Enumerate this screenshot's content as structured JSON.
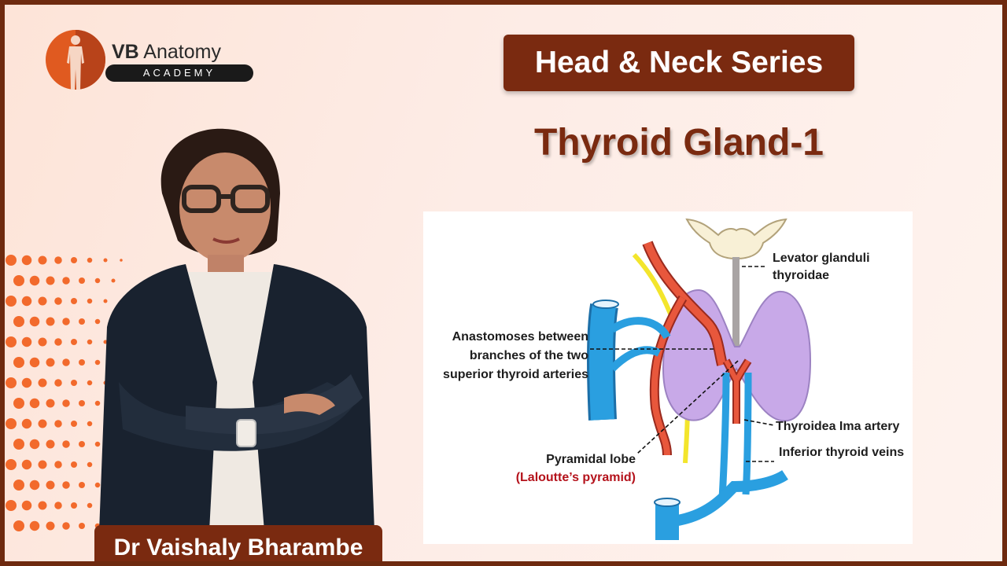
{
  "brand": {
    "name_bold": "VB",
    "name_rest": " Anatomy",
    "subtitle": "ACADEMY"
  },
  "series": "Head & Neck Series",
  "title": "Thyroid Gland-1",
  "presenter": {
    "name": "Dr Vaishaly Bharambe"
  },
  "colors": {
    "accent": "#7a2a10",
    "artery": "#e8573c",
    "vein": "#2a9fe0",
    "gland": "#c8a9e8",
    "nerve": "#f3e52c"
  },
  "diagram": {
    "labels": {
      "levator_line1": "Levator glanduli",
      "levator_line2": "thyroidae",
      "anastomoses_line1": "Anastomoses between",
      "anastomoses_line2": "branches of the two",
      "anastomoses_line3": "superior thyroid arteries",
      "thyroidea_ima": "Thyroidea Ima artery",
      "inferior_veins": "Inferior thyroid veins",
      "pyramidal_lobe": "Pyramidal lobe",
      "lalouette": "(Laloutte’s pyramid)"
    }
  }
}
